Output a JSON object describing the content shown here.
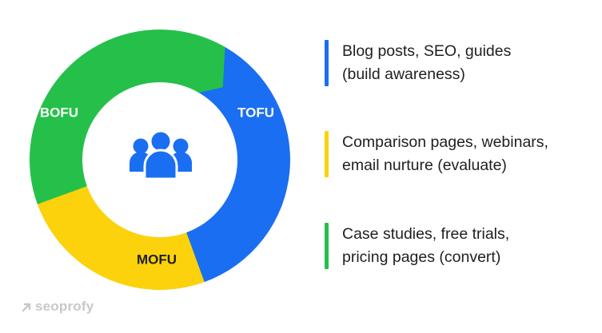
{
  "funnel": {
    "segments": [
      {
        "label": "TOFU",
        "color": "#1a6ef2"
      },
      {
        "label": "MOFU",
        "color": "#fcd20c",
        "label_color": "#1f1f1f"
      },
      {
        "label": "BOFU",
        "color": "#25c04a"
      }
    ],
    "center_icon": "team-users-icon",
    "center_icon_color": "#1a6ef2",
    "label_color": "#ffffff"
  },
  "legend": [
    {
      "line1": "Blog posts, SEO, guides",
      "line2": "(build awareness)",
      "color": "#1a6ef2"
    },
    {
      "line1": "Comparison pages, webinars,",
      "line2": "email nurture (evaluate)",
      "color": "#fcd20c"
    },
    {
      "line1": "Case studies, free trials,",
      "line2": "pricing pages (convert)",
      "color": "#25c04a"
    }
  ],
  "brand": {
    "name": "seoprofy",
    "icon": "arrow-up-right-icon",
    "color": "#c8c8cc"
  }
}
